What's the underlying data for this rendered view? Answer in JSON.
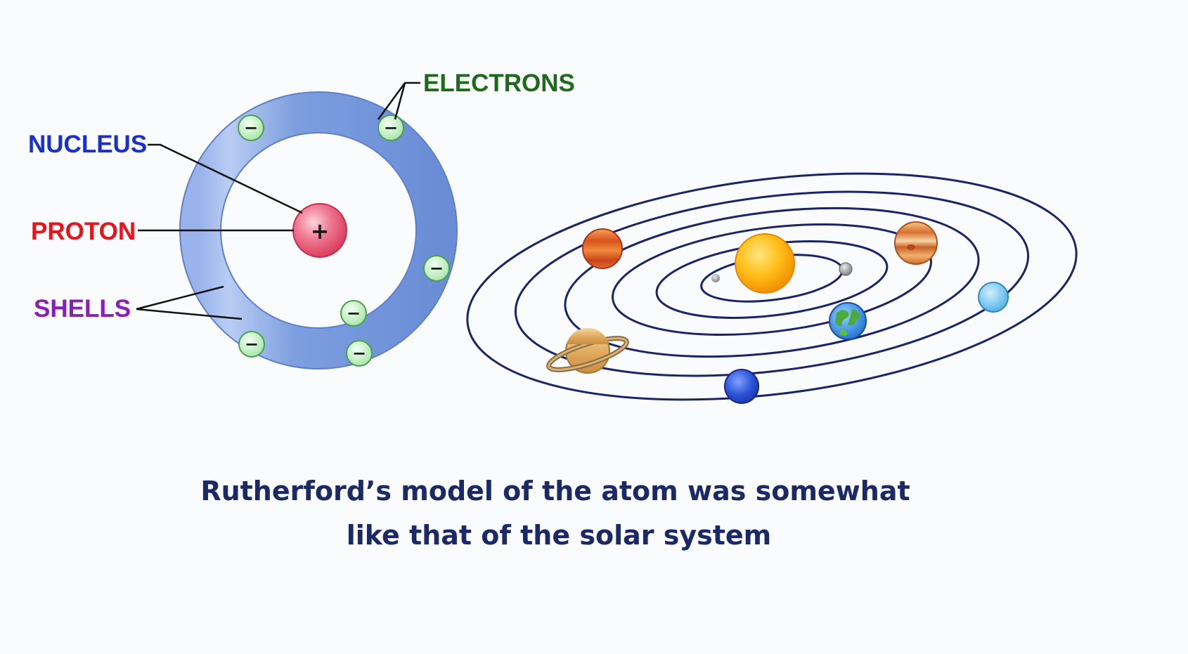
{
  "labels": {
    "nucleus": "NUCLEUS",
    "proton": "PROTON",
    "shells": "SHELLS",
    "electrons": "ELECTRONS"
  },
  "signs": {
    "proton": "+",
    "electron": "−"
  },
  "caption": {
    "line1": "Rutherford’s model of the atom was somewhat",
    "line2": "like that of the solar system"
  },
  "colors": {
    "nucleus_label": "#1a2fcf",
    "proton_label": "#e8141c",
    "shells_label": "#8a1fb8",
    "electrons_label": "#1d6b1a",
    "shell": "#7b9bdc",
    "proton": "#ec5d78",
    "electron": "#c3edc3",
    "orbit": "#1a2466",
    "caption": "#1b2a66"
  }
}
